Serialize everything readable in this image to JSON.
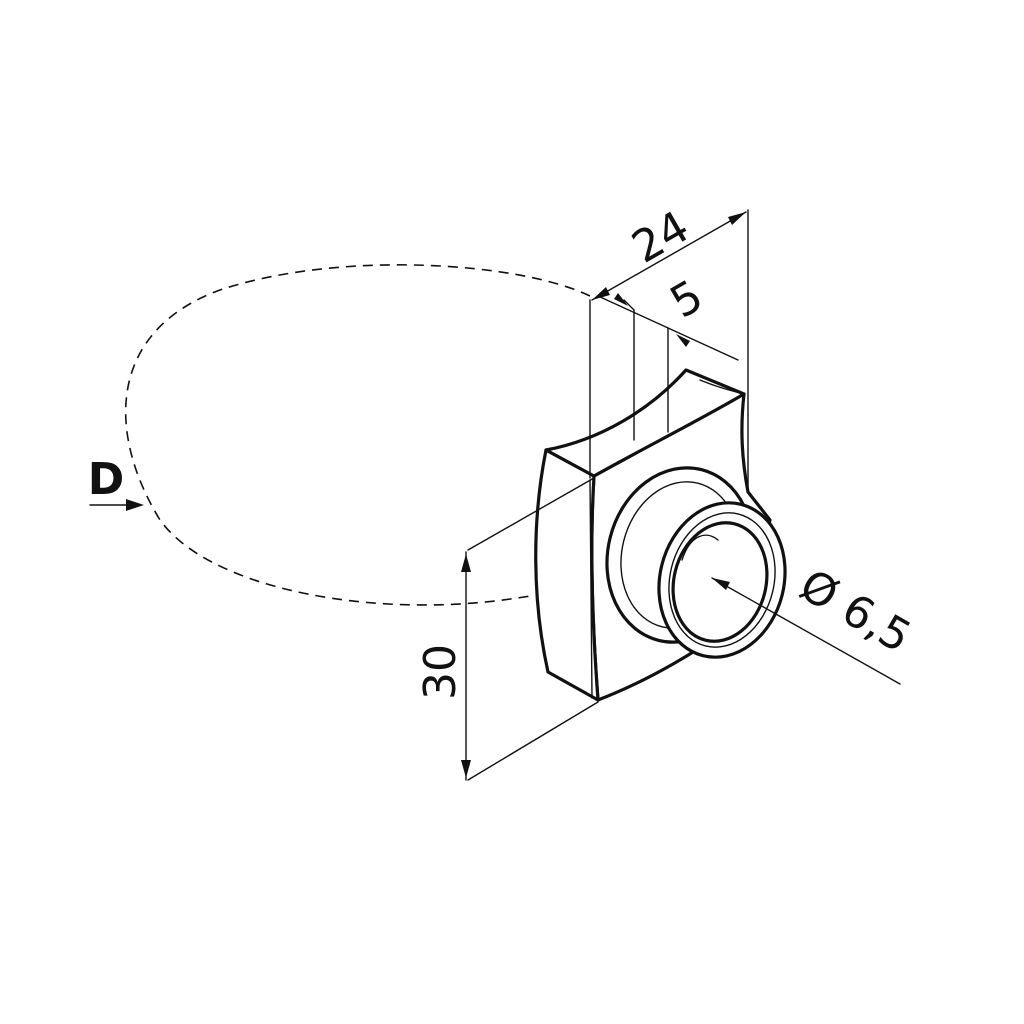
{
  "drawing": {
    "type": "technical isometric drawing",
    "line_color": "#111111",
    "background": "#ffffff"
  },
  "dimensions": {
    "width": "24",
    "offset": "5",
    "height": "30",
    "hole_diameter": "Ø 6,5"
  },
  "labels": {
    "tube_diameter": "D"
  }
}
